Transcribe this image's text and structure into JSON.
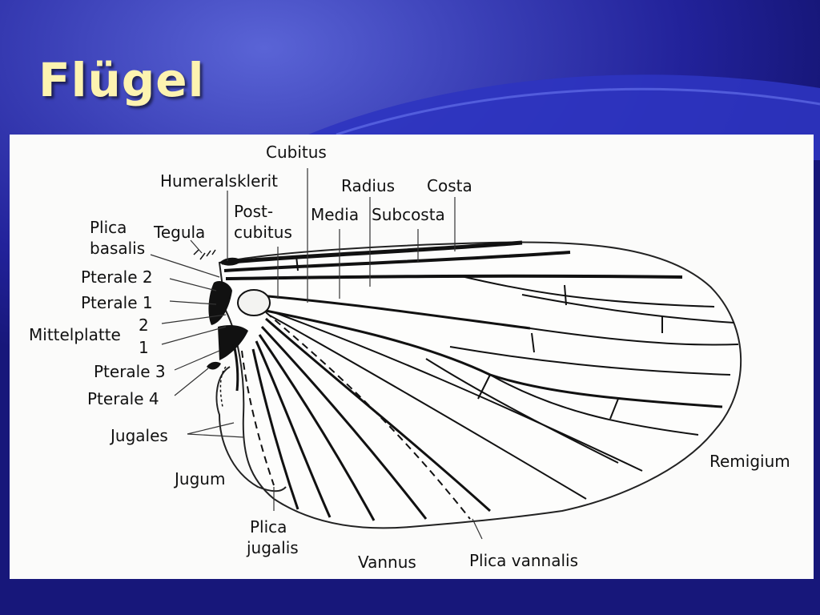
{
  "title": "Flügel",
  "labels": {
    "cubitus": "Cubitus",
    "humeralsklerit": "Humeralsklerit",
    "radius": "Radius",
    "costa": "Costa",
    "postcubitus_1": "Post-",
    "postcubitus_2": "cubitus",
    "media": "Media",
    "subcosta": "Subcosta",
    "plica_basalis_1": "Plica",
    "plica_basalis_2": "basalis",
    "tegula": "Tegula",
    "pterale_2": "Pterale 2",
    "pterale_1": "Pterale 1",
    "mittelplatte": "Mittelplatte",
    "mittelplatte_2": "2",
    "mittelplatte_1": "1",
    "pterale_3": "Pterale 3",
    "pterale_4": "Pterale 4",
    "jugales": "Jugales",
    "jugum": "Jugum",
    "remigium": "Remigium",
    "plica_jugalis_1": "Plica",
    "plica_jugalis_2": "jugalis",
    "vannus": "Vannus",
    "plica_vannalis": "Plica vannalis"
  }
}
